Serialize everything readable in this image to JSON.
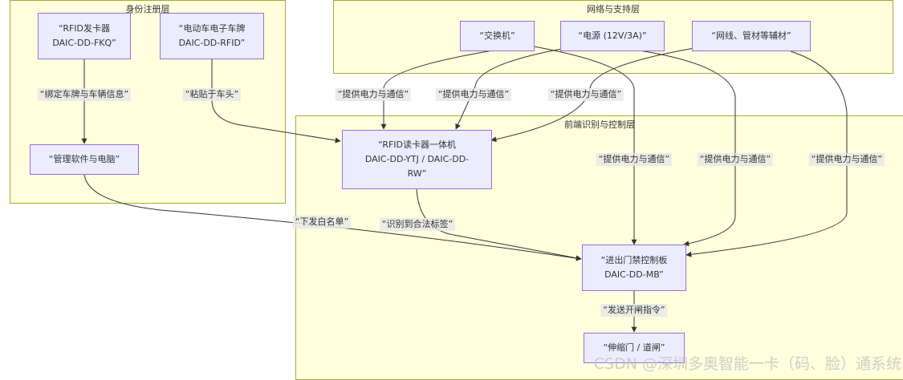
{
  "clusters": {
    "identity": "身份注册层",
    "network": "网络与支持层",
    "frontend": "前端识别与控制层"
  },
  "nodes": {
    "rfid_issuer": "“RFID发卡器\nDAIC-DD-FKQ”",
    "ev_plate": "“电动车电子车牌\nDAIC-DD-RFID”",
    "mgmt_pc": "“管理软件与电脑”",
    "switch": "“交换机”",
    "power": "“电源 (12V/3A)”",
    "cables": "“网线、管材等辅材”",
    "reader": "“RFID读卡器一体机\nDAIC-DD-YTJ / DAIC-DD-\nRW”",
    "controller": "“进出门禁控制板\nDAIC-DD-MB”",
    "gate": "“伸缩门 / 道闸”"
  },
  "edges": {
    "bind": "“绑定车牌与车辆信息”",
    "stick": "“粘贴于车头”",
    "switch_reader": "“提供电力与通信”",
    "power_reader": "“提供电力与通信”",
    "cables_reader": "“提供电力与通信”",
    "switch_ctrl": "“提供电力与通信”",
    "power_ctrl": "“提供电力与通信”",
    "cables_ctrl": "“提供电力与通信”",
    "whitelist": "“下发白名单”",
    "recognized": "“识别到合法标签”",
    "open_cmd": "“发送开闸指令”"
  },
  "watermark": "CSDN @深圳多奥智能一卡（码、脸）通系统"
}
